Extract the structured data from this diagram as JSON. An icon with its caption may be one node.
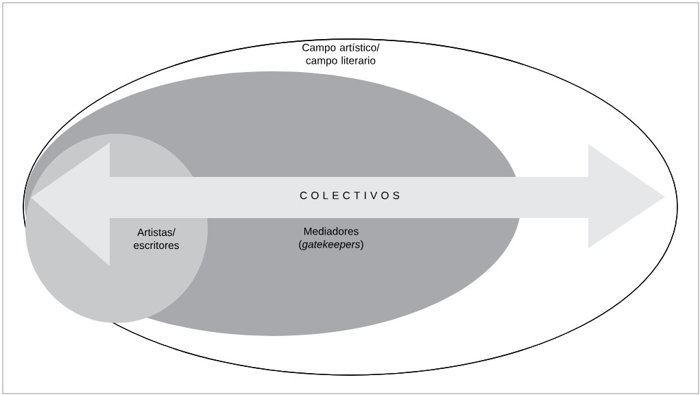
{
  "diagram": {
    "nodes": [
      {
        "text": [
          "Campo artístico/ campo literario"
        ]
      },
      {
        "text": [
          "Mediadores (*gatekeepers*)"
        ],
        "in": 0
      },
      {
        "text": [
          "Artistas/ escritores"
        ],
        "in": 1
      },
      {
        "text": [
          "C O L E C T I V O S"
        ],
        "in": 0
      }
    ]
  }
}
